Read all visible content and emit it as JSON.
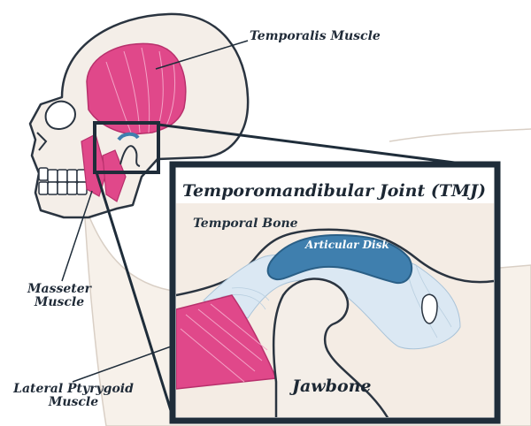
{
  "labels": {
    "temporalis": "Temporalis Muscle",
    "masseter": "Masseter Muscle",
    "lateral_pterygoid": "Lateral Ptyrygoid Muscle",
    "tmj_title": "Temporomandibular Joint (TMJ)",
    "temporal_bone": "Temporal Bone",
    "articular_disk": "Articular Disk",
    "jawbone": "Jawbone"
  },
  "colors": {
    "muscle": "#e0488a",
    "muscle_dark": "#b8306c",
    "bone": "#f3ece4",
    "outline": "#2a3440",
    "disk": "#3f7fae",
    "tissue": "#d9e7f2",
    "frame": "#1f2d3a",
    "skin_bg": "#f6eee6"
  }
}
